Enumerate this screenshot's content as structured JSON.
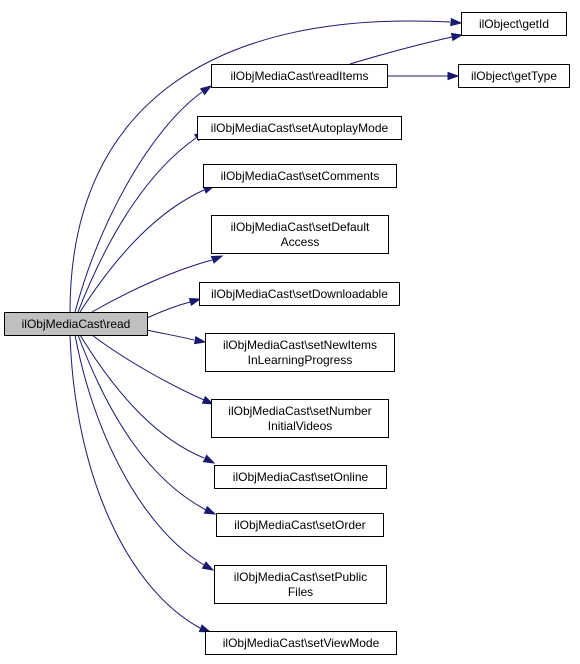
{
  "diagram": {
    "nodes": {
      "read": {
        "lines": [
          "ilObjMediaCast\\read"
        ],
        "highlight": true
      },
      "getId": {
        "lines": [
          "ilObject\\getId"
        ]
      },
      "readItems": {
        "lines": [
          "ilObjMediaCast\\readItems"
        ]
      },
      "getType": {
        "lines": [
          "ilObject\\getType"
        ]
      },
      "setAutoplayMode": {
        "lines": [
          "ilObjMediaCast\\setAutoplayMode"
        ]
      },
      "setComments": {
        "lines": [
          "ilObjMediaCast\\setComments"
        ]
      },
      "setDefaultAccess": {
        "lines": [
          "ilObjMediaCast\\setDefault",
          "Access"
        ]
      },
      "setDownloadable": {
        "lines": [
          "ilObjMediaCast\\setDownloadable"
        ]
      },
      "setNewItemsInLearningProgress": {
        "lines": [
          "ilObjMediaCast\\setNewItems",
          "InLearningProgress"
        ]
      },
      "setNumberInitialVideos": {
        "lines": [
          "ilObjMediaCast\\setNumber",
          "InitialVideos"
        ]
      },
      "setOnline": {
        "lines": [
          "ilObjMediaCast\\setOnline"
        ]
      },
      "setOrder": {
        "lines": [
          "ilObjMediaCast\\setOrder"
        ]
      },
      "setPublicFiles": {
        "lines": [
          "ilObjMediaCast\\setPublic",
          "Files"
        ]
      },
      "setViewMode": {
        "lines": [
          "ilObjMediaCast\\setViewMode"
        ]
      }
    },
    "edges": [
      {
        "from": "read",
        "to": "getId"
      },
      {
        "from": "read",
        "to": "readItems"
      },
      {
        "from": "read",
        "to": "setAutoplayMode"
      },
      {
        "from": "read",
        "to": "setComments"
      },
      {
        "from": "read",
        "to": "setDefaultAccess"
      },
      {
        "from": "read",
        "to": "setDownloadable"
      },
      {
        "from": "read",
        "to": "setNewItemsInLearningProgress"
      },
      {
        "from": "read",
        "to": "setNumberInitialVideos"
      },
      {
        "from": "read",
        "to": "setOnline"
      },
      {
        "from": "read",
        "to": "setOrder"
      },
      {
        "from": "read",
        "to": "setPublicFiles"
      },
      {
        "from": "read",
        "to": "setViewMode"
      },
      {
        "from": "readItems",
        "to": "getId"
      },
      {
        "from": "readItems",
        "to": "getType"
      }
    ],
    "colors": {
      "edge": "#191970",
      "root_fill": "#bfbfbf",
      "node_fill": "#ffffff",
      "border": "#000000"
    }
  }
}
